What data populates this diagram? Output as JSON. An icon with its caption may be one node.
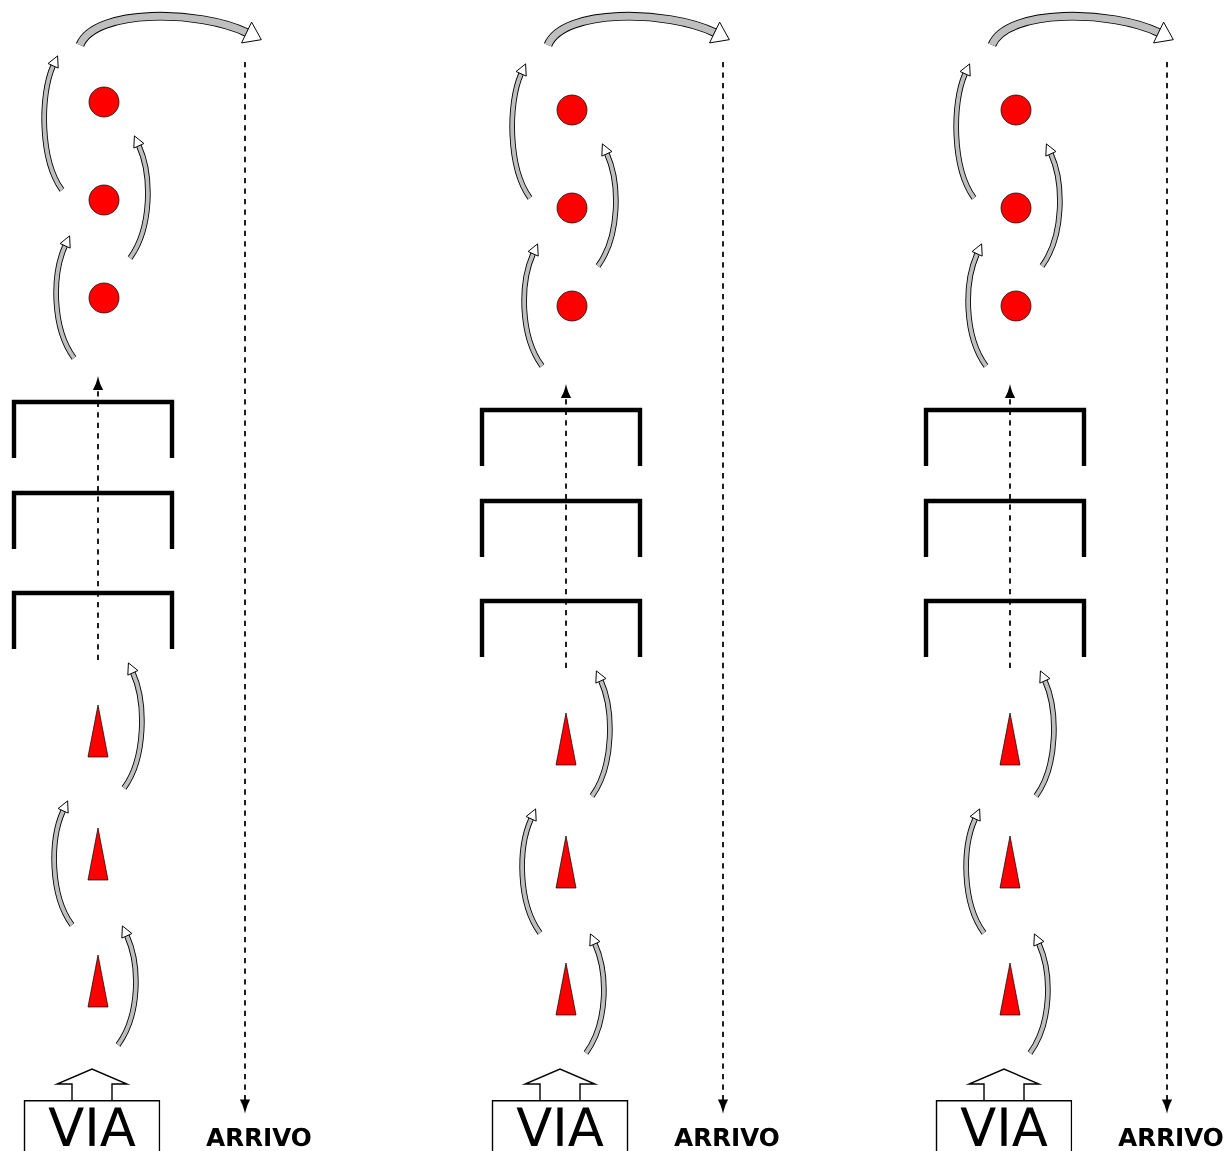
{
  "diagram": {
    "nodes": [
      {
        "text": [
          "VIA"
        ]
      },
      {
        "text": [
          "ARRIVO"
        ]
      },
      {
        "text": [
          "VIA"
        ]
      },
      {
        "text": [
          "ARRIVO"
        ]
      },
      {
        "text": [
          "VIA"
        ]
      },
      {
        "text": [
          "ARRIVO"
        ]
      }
    ],
    "edges": [
      {
        "from": null,
        "to": 1,
        "arrow": "to",
        "style": "dashed"
      },
      {
        "from": null,
        "to": 3,
        "arrow": "to",
        "style": "dashed"
      },
      {
        "from": null,
        "to": 5,
        "arrow": "to",
        "style": "dashed"
      }
    ]
  }
}
